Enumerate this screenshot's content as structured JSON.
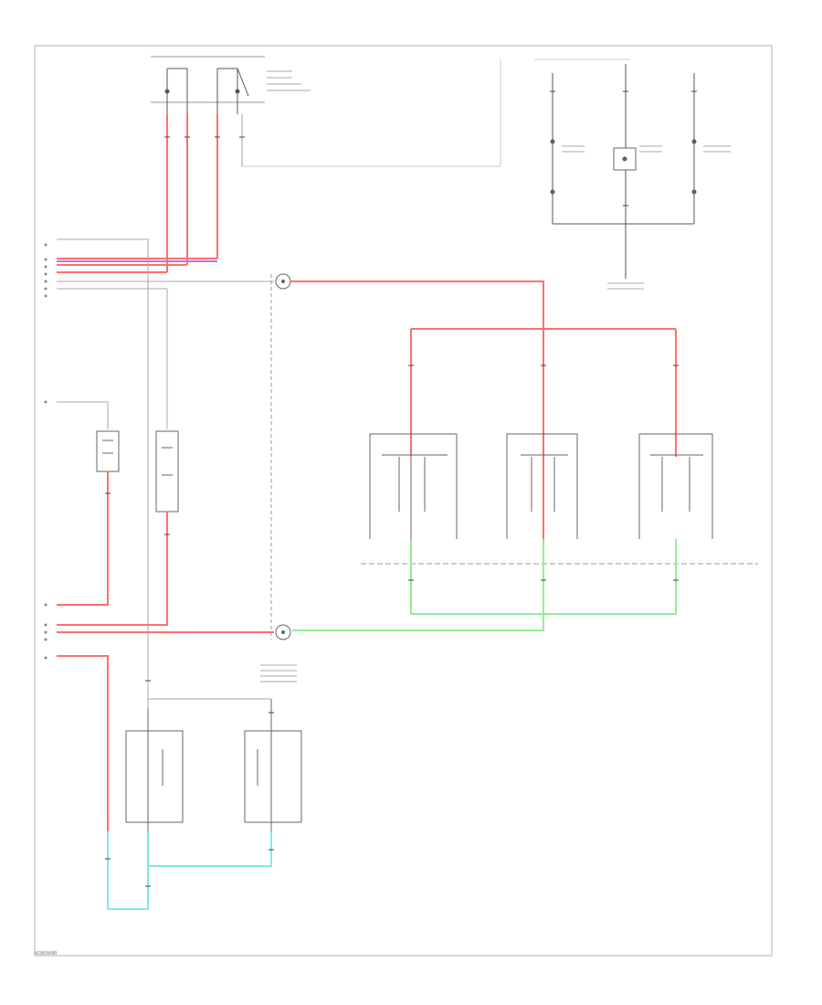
{
  "diagram": {
    "footer_code": "W3B9W8B",
    "colors": {
      "border": "#bdbdbd",
      "ground": "#d8d8d8",
      "red_wire": "#ff6f6f",
      "purple_wire": "#b07ad8",
      "green_wire": "#90f090",
      "cyan_wire": "#80eaea",
      "component": "#555555"
    },
    "wire_colors": [
      "red",
      "red",
      "red",
      "red",
      "purple",
      "green",
      "green",
      "cyan",
      "cyan"
    ],
    "components": [
      "top-switch",
      "rear-lamp-left",
      "rear-lamp-center",
      "rear-lamp-right",
      "junction-connector-upper",
      "junction-connector-lower",
      "diode-left",
      "diode-right",
      "switch-module-left",
      "switch-module-center",
      "switch-module-right",
      "relay-bottom-left",
      "relay-bottom-right"
    ]
  }
}
